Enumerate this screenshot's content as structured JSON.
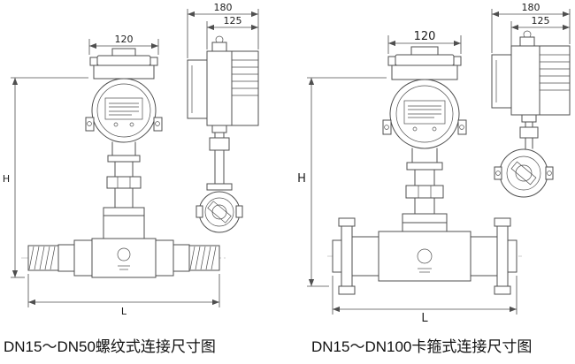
{
  "colors": {
    "background": "#ffffff",
    "line": "#4f4f4f",
    "caption_text": "#101010"
  },
  "left_drawing": {
    "type": "threaded-connection",
    "dims": {
      "head_width": "120",
      "side_depth": "180",
      "side_body_depth": "125",
      "height": "H",
      "length": "L"
    },
    "caption": "DN15～DN50螺纹式连接尺寸图"
  },
  "right_drawing": {
    "type": "clamp-connection",
    "dims": {
      "head_width": "120",
      "side_depth": "180",
      "side_body_depth": "125",
      "height": "H",
      "length": "L"
    },
    "caption": "DN15～DN100卡箍式连接尺寸图"
  }
}
